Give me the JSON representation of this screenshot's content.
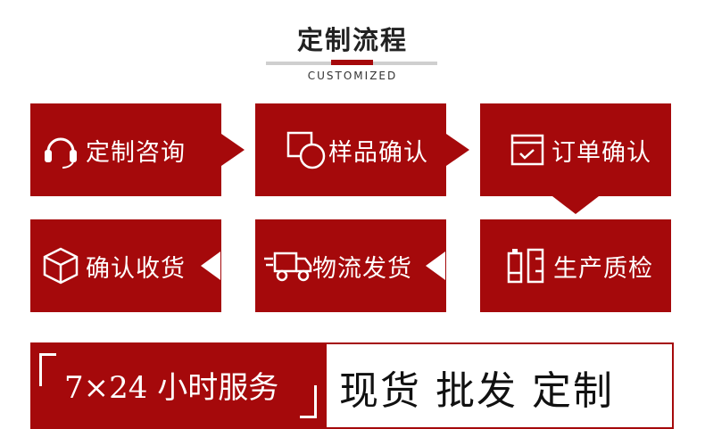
{
  "header": {
    "title": "定制流程",
    "subtitle": "CUSTOMIZED"
  },
  "steps": [
    {
      "label": "定制咨询",
      "icon": "headset-icon"
    },
    {
      "label": "样品确认",
      "icon": "shapes-icon"
    },
    {
      "label": "订单确认",
      "icon": "order-check-icon"
    },
    {
      "label": "生产质检",
      "icon": "battery-icon"
    },
    {
      "label": "物流发货",
      "icon": "truck-icon"
    },
    {
      "label": "确认收货",
      "icon": "box-icon"
    }
  ],
  "banner": {
    "left_text": "7×24 小时服务",
    "right_text": "现货 批发 定制"
  },
  "colors": {
    "accent": "#a5090b",
    "text_dark": "#222222",
    "background": "#ffffff"
  }
}
